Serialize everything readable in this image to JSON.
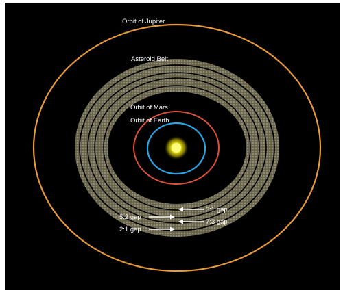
{
  "labels": {
    "jupiter": "Orbit of Jupiter",
    "asteroid_belt": "Asteroid Belt",
    "mars": "Orbit of Mars",
    "earth": "Orbit of Earth",
    "gap_3_1": "3:1 gap",
    "gap_5_2": "5:2 gap",
    "gap_7_3": "7:3 gap",
    "gap_2_1": "2:1 gap"
  },
  "colors": {
    "background": "#000000",
    "sun": "#f4f222",
    "earth_orbit": "#27a6e8",
    "mars_orbit": "#e0503a",
    "jupiter_orbit": "#e89a3a",
    "asteroid_belt": "#8a8566",
    "label_text": "#ffffff"
  }
}
